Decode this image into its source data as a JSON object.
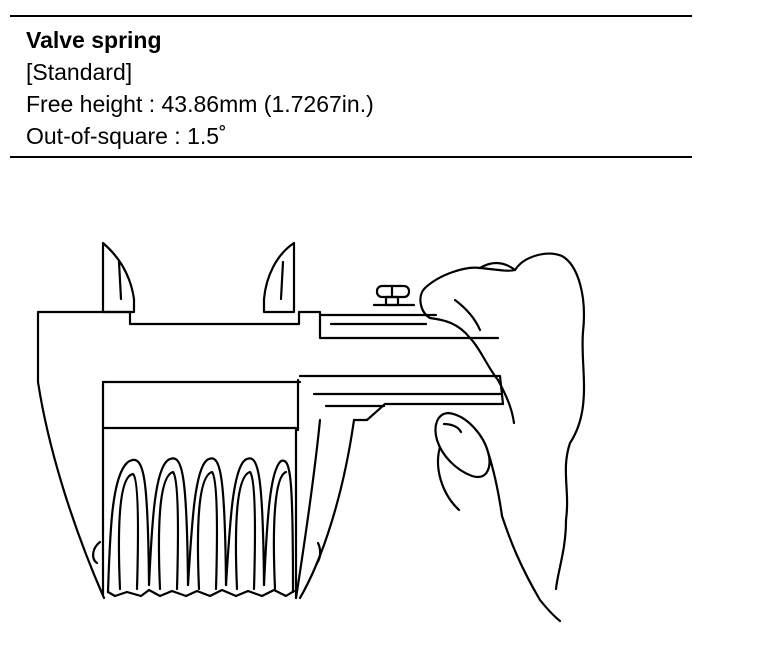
{
  "spec": {
    "title": "Valve spring",
    "standard": "[Standard]",
    "free_height": "Free height : 43.86mm (1.7267in.)",
    "out_of_square": "Out-of-square : 1.5˚"
  }
}
